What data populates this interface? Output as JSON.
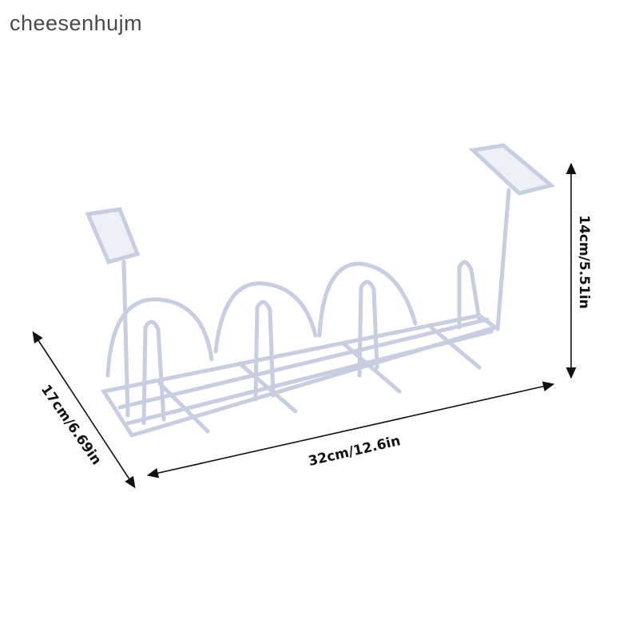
{
  "watermark": "cheesenhujm",
  "product": {
    "description": "Under-desk cable management wire rack",
    "color": "#eef0f8",
    "outline_color": "#c9cde0"
  },
  "dimensions": {
    "width_label": "32cm/12.6in",
    "height_label": "14cm/5.51in",
    "depth_label": "17cm/6.69in"
  },
  "arrow_color": "#111111"
}
